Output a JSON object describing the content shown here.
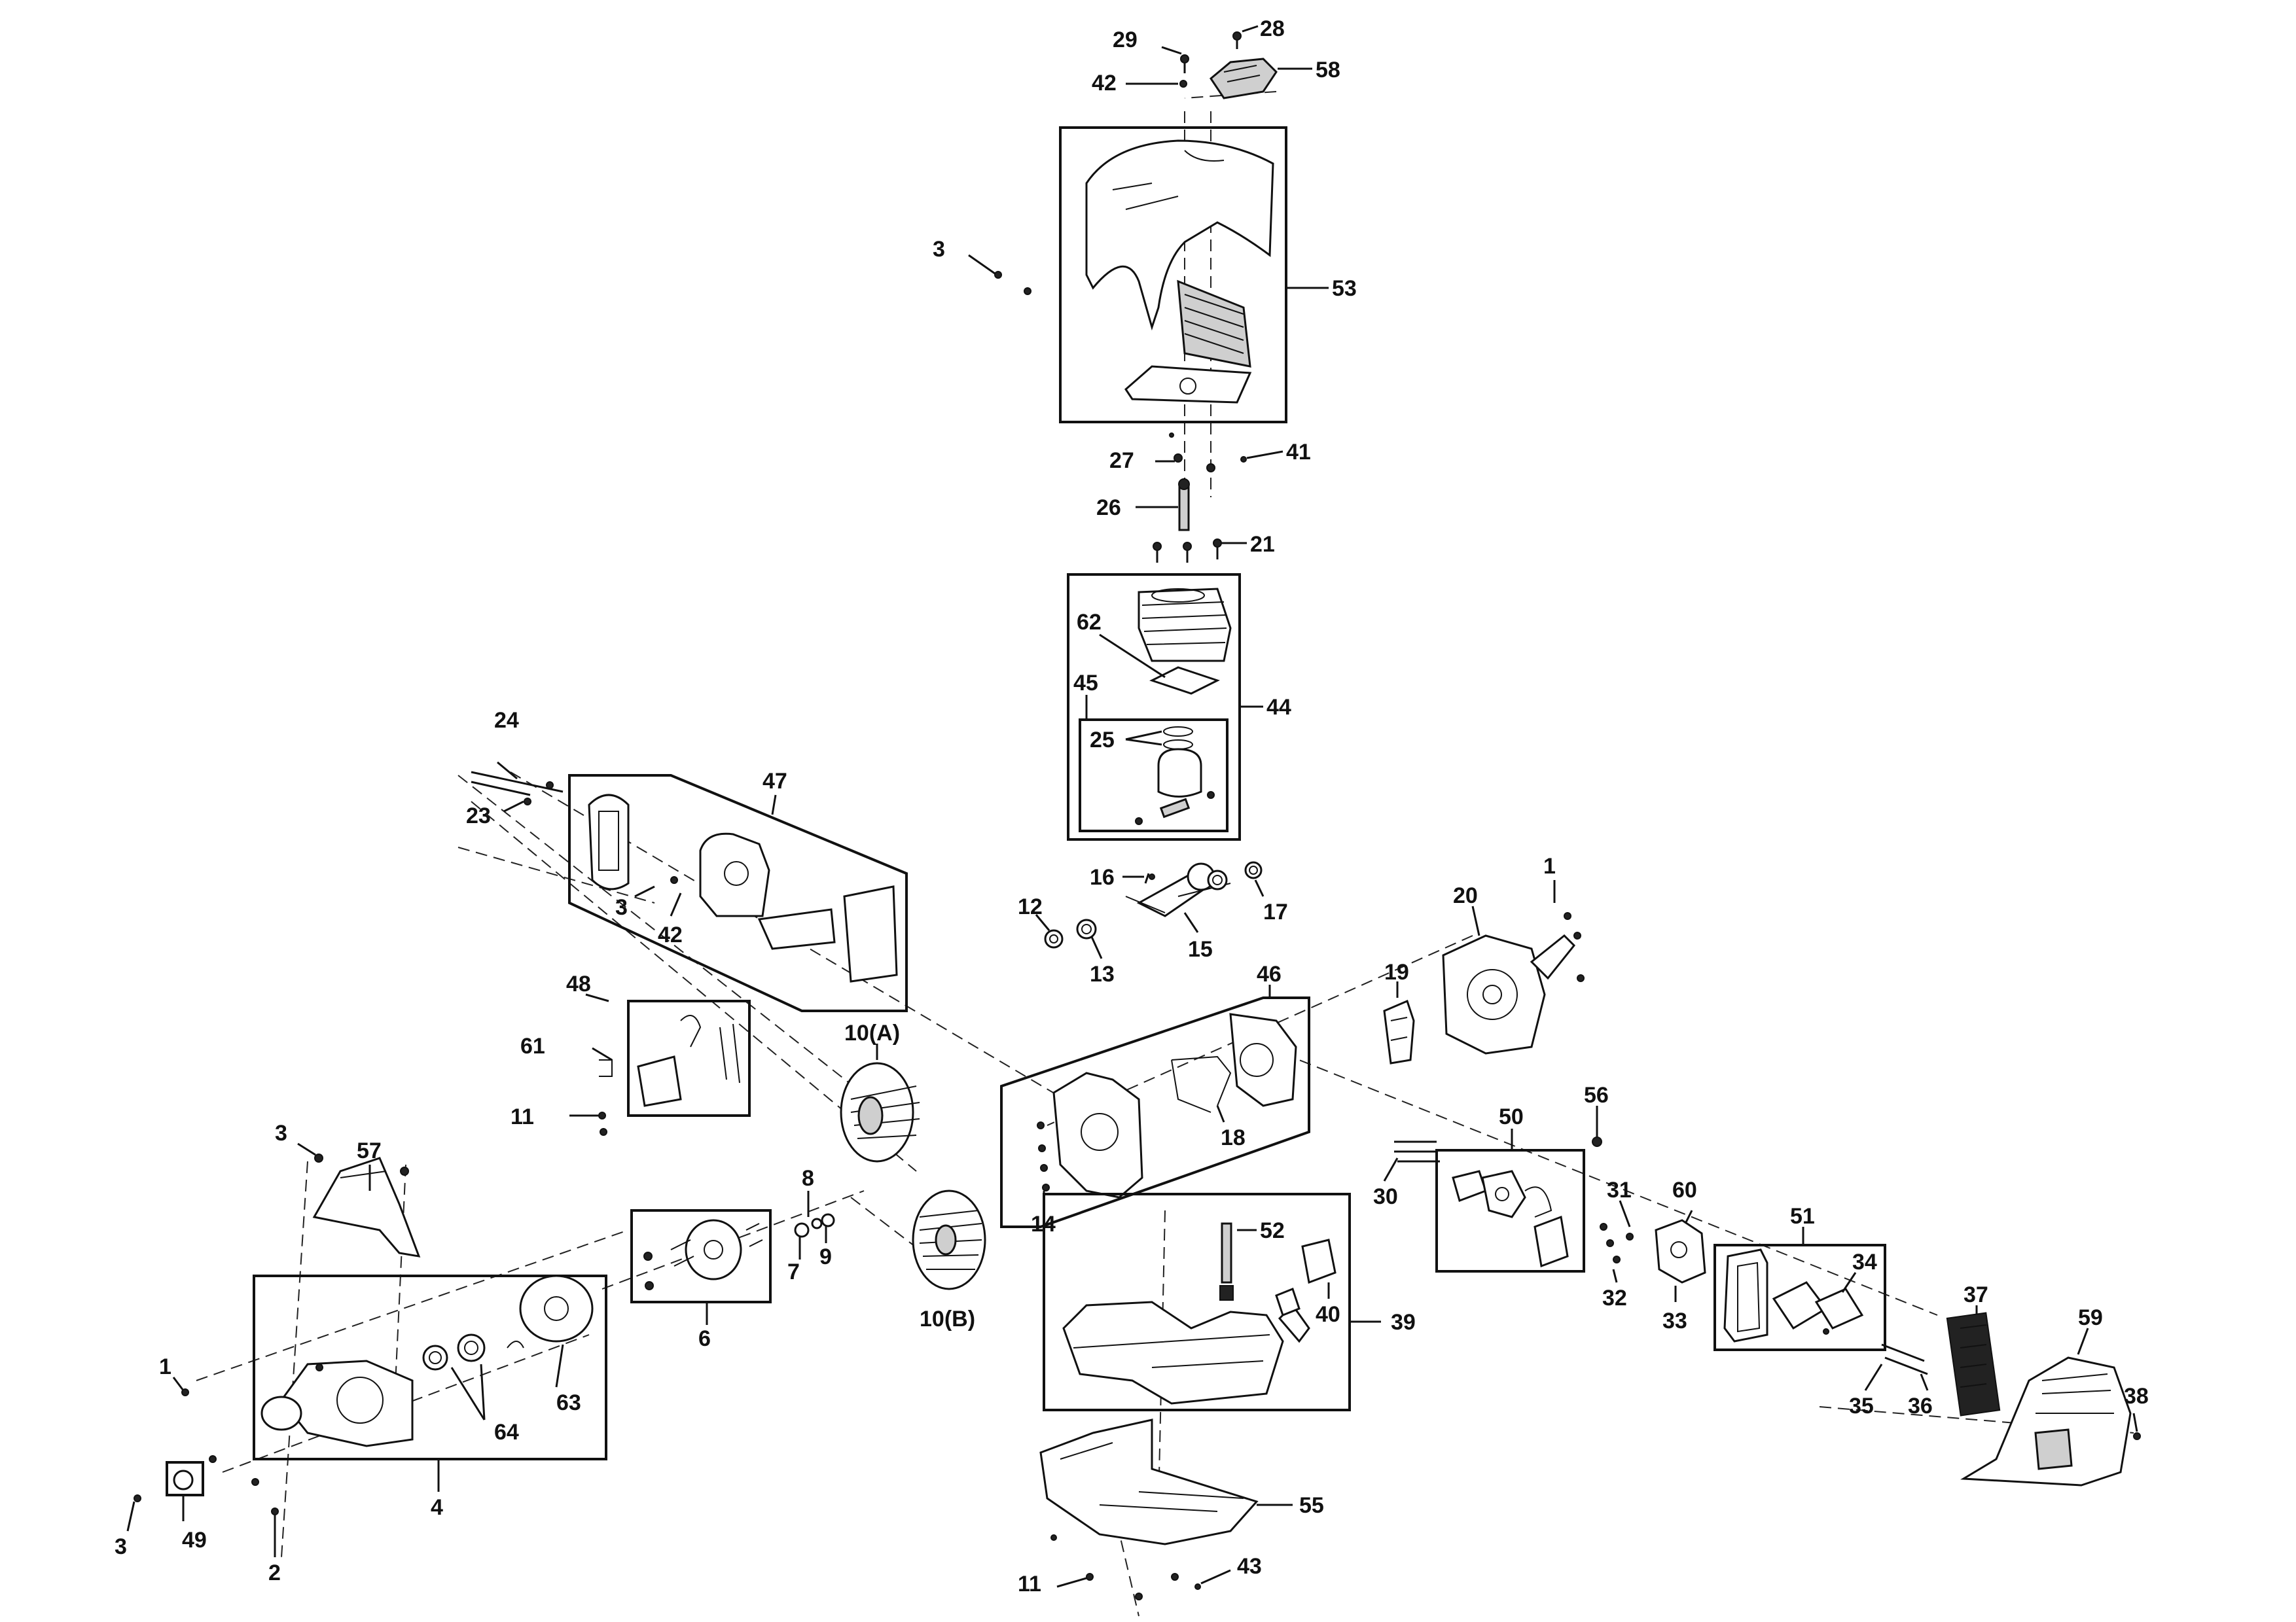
{
  "labels": {
    "p1a": "1",
    "p1b": "1",
    "p2": "2",
    "p3a": "3",
    "p3b": "3",
    "p3c": "3",
    "p3d": "3",
    "p4": "4",
    "p6": "6",
    "p7": "7",
    "p8": "8",
    "p9": "9",
    "p10a": "10(A)",
    "p10b": "10(B)",
    "p11a": "11",
    "p11b": "11",
    "p12": "12",
    "p13": "13",
    "p14": "14",
    "p15": "15",
    "p16": "16",
    "p17": "17",
    "p18": "18",
    "p19": "19",
    "p20": "20",
    "p21": "21",
    "p23": "23",
    "p24": "24",
    "p25": "25",
    "p26": "26",
    "p27": "27",
    "p28": "28",
    "p29": "29",
    "p30": "30",
    "p31": "31",
    "p32": "32",
    "p33": "33",
    "p34": "34",
    "p35": "35",
    "p36": "36",
    "p37": "37",
    "p38": "38",
    "p39": "39",
    "p40": "40",
    "p41": "41",
    "p42a": "42",
    "p42b": "42",
    "p43": "43",
    "p44": "44",
    "p45": "45",
    "p46": "46",
    "p47": "47",
    "p48": "48",
    "p49": "49",
    "p50": "50",
    "p51": "51",
    "p52": "52",
    "p53": "53",
    "p55": "55",
    "p56": "56",
    "p57": "57",
    "p58": "58",
    "p59": "59",
    "p60": "60",
    "p61": "61",
    "p62": "62",
    "p63": "63",
    "p64": "64"
  },
  "icons": {
    "engine_cover": "engine-cover-icon",
    "cylinder": "cylinder-icon",
    "piston": "piston-icon",
    "crankshaft": "crankshaft-icon",
    "muffler": "muffler-icon",
    "flywheel": "flywheel-icon",
    "crankcase": "crankcase-icon",
    "recoil_starter": "recoil-starter-icon",
    "carburetor": "carburetor-icon",
    "fuel_tank": "fuel-tank-icon",
    "air_filter_cover": "air-filter-cover-icon",
    "clutch_housing": "clutch-housing-icon",
    "ignition_coil": "ignition-coil-icon"
  }
}
